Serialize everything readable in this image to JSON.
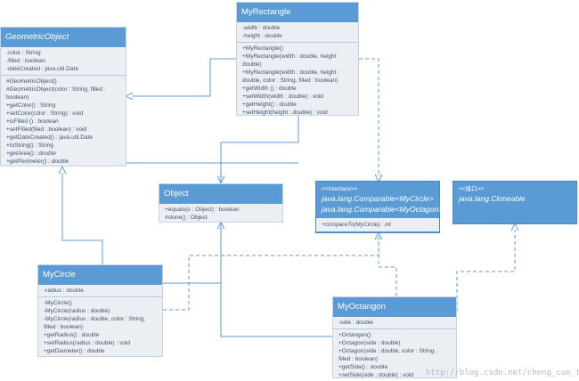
{
  "classes": {
    "geometric_object": {
      "title": "GeometricObject",
      "fields": [
        "-color : String",
        "-filled : boolean",
        "-dateCreated : java.util.Date"
      ],
      "methods": [
        "#GeometricObject()",
        "#GeometricObject(color : String, filled :",
        "boolean)",
        "+getColor() : String",
        "+setColor(color : String) : void",
        "+isFilled () : boolean",
        "+setFilled(filed : boolean) : void",
        "+getDateCreated() : java.util.Date",
        "+toString() : String",
        "+getArea() : double",
        "+getPerimeter() : double"
      ]
    },
    "my_rectangle": {
      "title": "MyRectangle",
      "fields": [
        "-width : double",
        "-height : double"
      ],
      "methods": [
        "+MyRectangle()",
        "+MyRectangle(width : double, height :",
        "double)",
        "+MyRectangle(width : double, height :",
        "double, color : String, filled : boolean)",
        "+getWidth () : double",
        "+setWidth(width : double) : void",
        "+getHeight() : double",
        "+setHeight(height : double) : void"
      ]
    },
    "object": {
      "title": "Object",
      "methods": [
        "+equals(o : Object) : boolean",
        "#clone() : Object"
      ]
    },
    "my_circle": {
      "title": "MyCircle",
      "fields": [
        "-radius : double"
      ],
      "methods": [
        "-MyCircle()",
        "-MyCircle(radius : double)",
        "-MyCircle(radius : double, color : String,",
        "filled : boolean)",
        "+getRadius() : double",
        "+setRadius(radius : double) : void",
        "+getDiameter() : double"
      ]
    },
    "my_octangon": {
      "title": "MyOctangon",
      "fields": [
        "-side : double"
      ],
      "methods": [
        "+Octangon()",
        "+Octagon(side : double)",
        "+Octagon(side : double, color : String ,",
        "filled : boolean)",
        "+getSide() : double",
        "+setSide(side : double) : void"
      ]
    }
  },
  "interfaces": {
    "comparable": {
      "stereotype": "<<Interface>>",
      "names": [
        "java.lang.Comparable<MyCircle>",
        "java.lang.Comparable<MyOctagon>"
      ],
      "methods": [
        "+compareTo(MyCircle) : int"
      ]
    },
    "cloneable": {
      "stereotype": "<<接口>>",
      "name": "java.lang.Cloneable"
    }
  },
  "watermark": "http://blog.csdn.net/cheng_cuo_tuo",
  "colors": {
    "header": "#5b9bd5",
    "body": "#ebeef3",
    "line": "#5b9bd5",
    "text": "#44546a"
  }
}
